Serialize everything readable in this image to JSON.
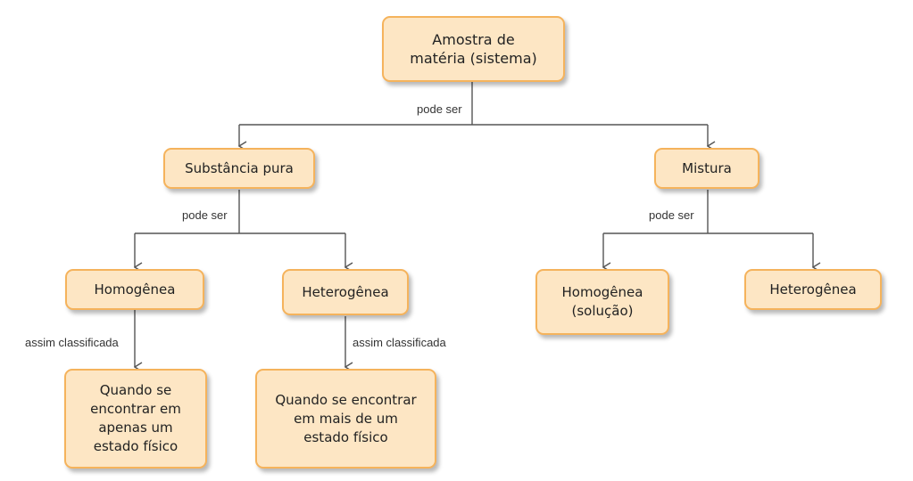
{
  "nodes": {
    "root": "Amostra de matéria (sistema)",
    "pure": "Substância pura",
    "mix": "Mistura",
    "pure_homo": "Homogênea",
    "pure_hetero": "Heterogênea",
    "mix_homo": "Homogênea (solução)",
    "mix_hetero": "Heterogênea",
    "leaf_one_state": "Quando se encontrar em apenas um estado físico",
    "leaf_multi_state": "Quando se encontrar em mais de um estado físico"
  },
  "connectors": {
    "root_split": "pode ser",
    "pure_split": "pode ser",
    "mix_split": "pode ser",
    "homo_class": "assim classificada",
    "hetero_class": "assim classificada"
  }
}
